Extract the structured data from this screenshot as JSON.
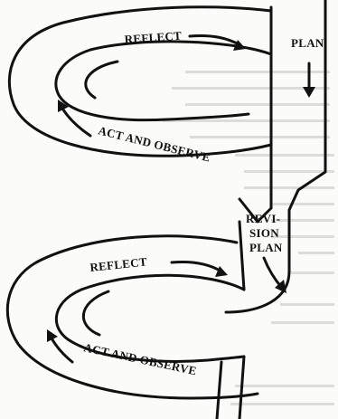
{
  "labels": {
    "upper_reflect": "REFLECT",
    "plan": "PLAN",
    "upper_act_and_observe": "ACT AND OBSERVE",
    "revision_plan_line1": "REVI-",
    "revision_plan_line2": "SION",
    "revision_plan_line3": "PLAN",
    "lower_reflect": "REFLECT",
    "lower_act_and_observe": "ACT AND OBSERVE"
  }
}
